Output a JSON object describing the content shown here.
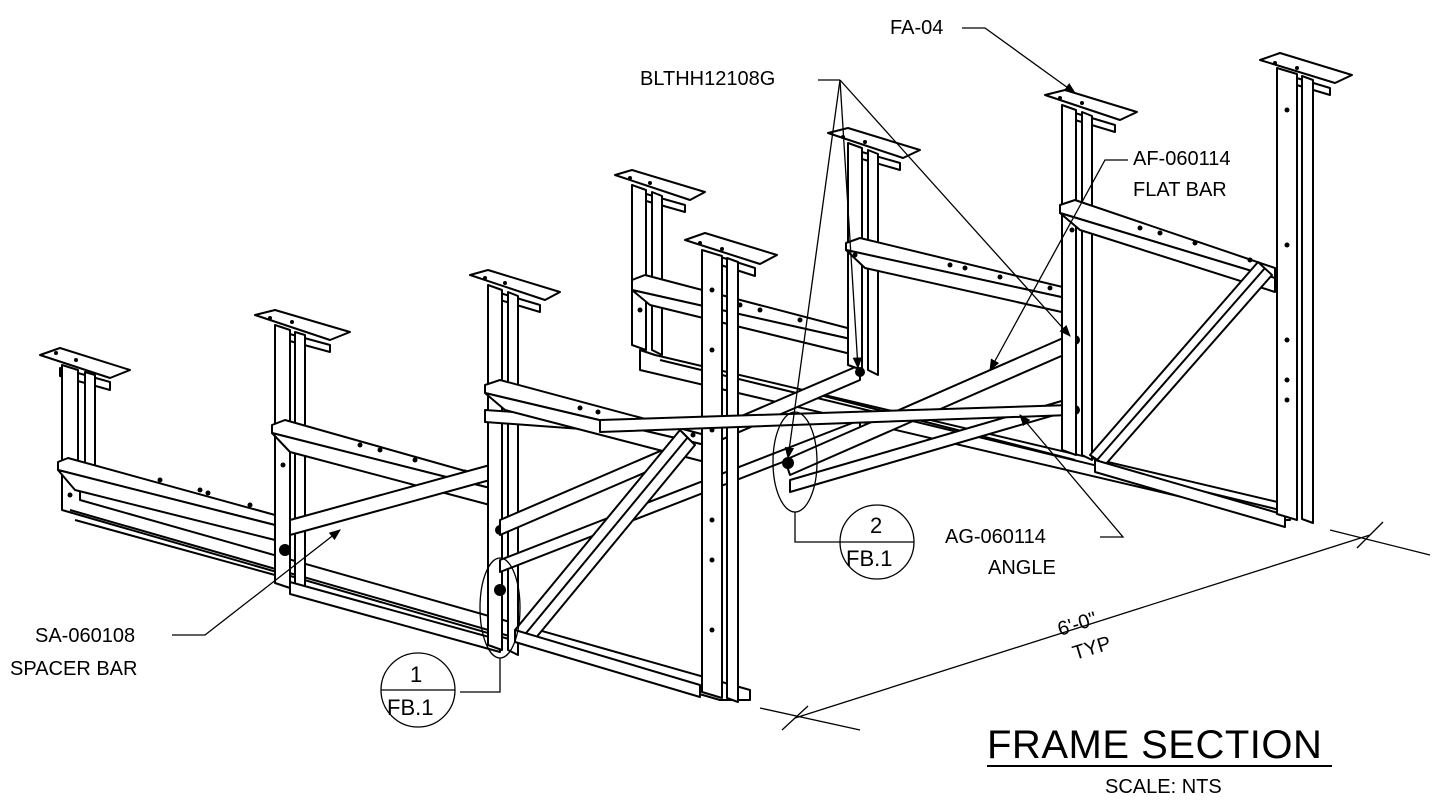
{
  "drawing": {
    "title": "FRAME SECTION",
    "scale": "SCALE: NTS",
    "dimension": {
      "value": "6'-0\"",
      "note": "TYP"
    },
    "callouts": {
      "fa04": "FA-04",
      "bolt": "BLTHH12108G",
      "flat_bar_code": "AF-060114",
      "flat_bar_name": "FLAT BAR",
      "angle_code": "AG-060114",
      "angle_name": "ANGLE",
      "spacer_code": "SA-060108",
      "spacer_name": "SPACER BAR"
    },
    "details": [
      {
        "number": "1",
        "sheet": "FB.1"
      },
      {
        "number": "2",
        "sheet": "FB.1"
      }
    ]
  }
}
